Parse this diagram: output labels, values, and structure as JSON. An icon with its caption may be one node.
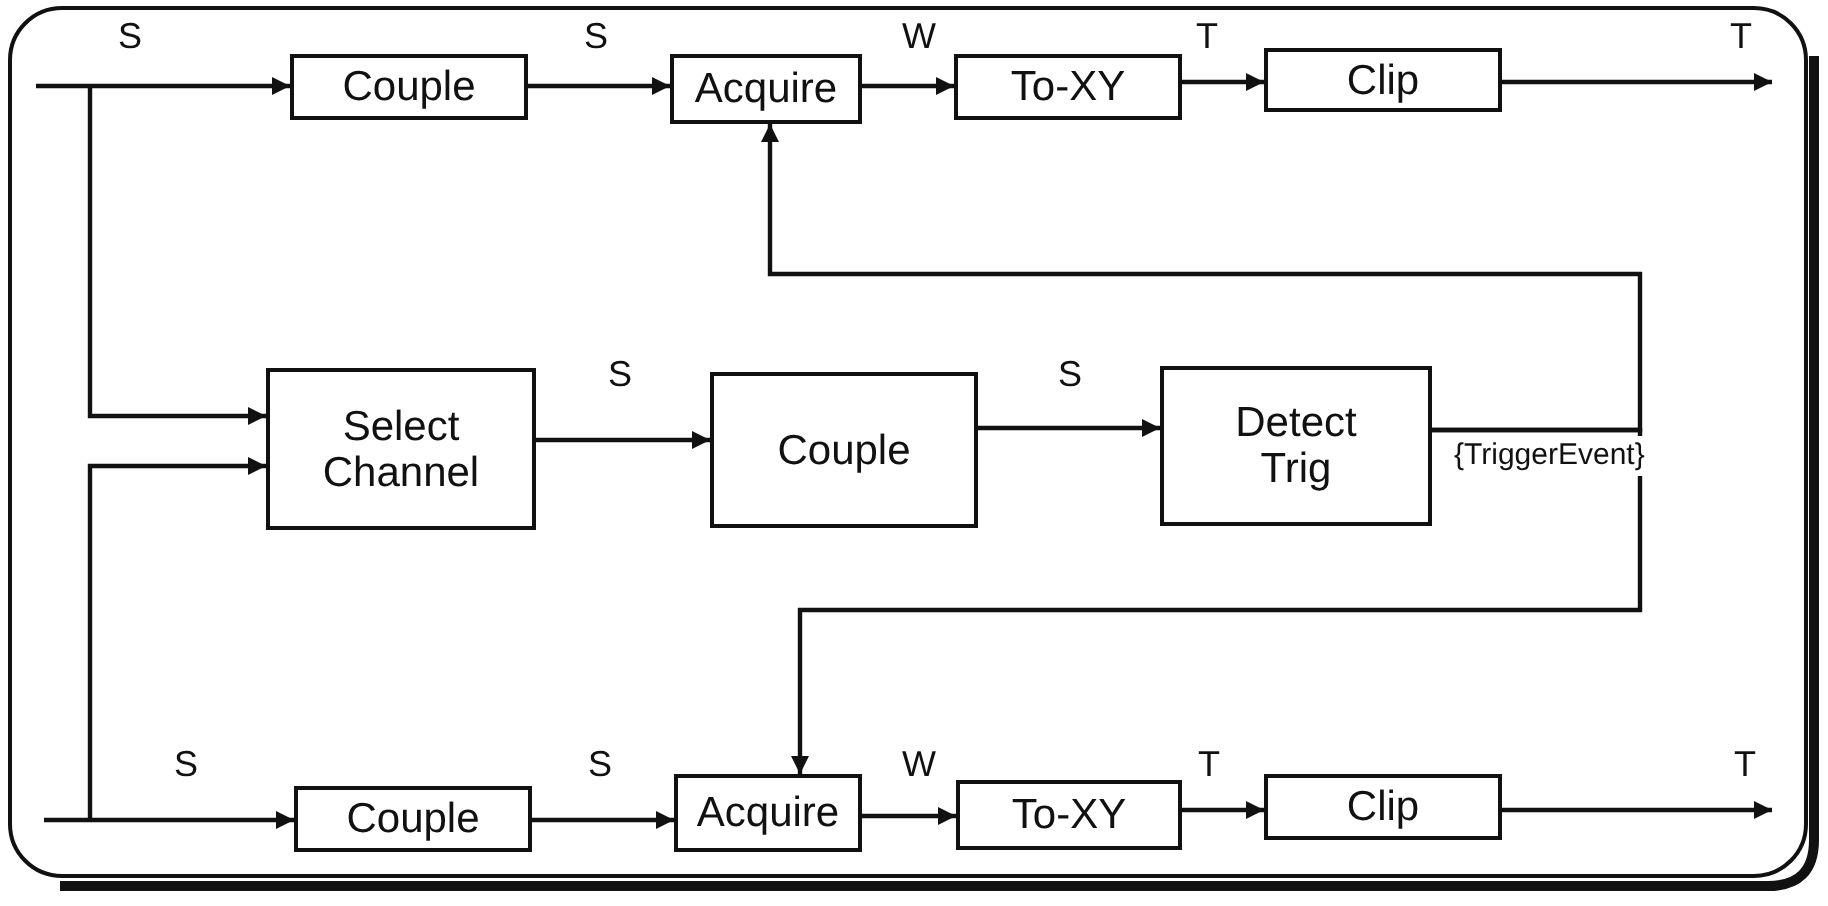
{
  "diagram": {
    "nodes": [
      {
        "text": [
          "Couple"
        ]
      },
      {
        "text": [
          "Acquire"
        ]
      },
      {
        "text": [
          "To-XY"
        ]
      },
      {
        "text": [
          "Clip"
        ]
      },
      {
        "text": [
          "Select Channel"
        ]
      },
      {
        "text": [
          "Couple"
        ]
      },
      {
        "text": [
          "Detect Trig"
        ]
      },
      {
        "text": [
          "Couple"
        ]
      },
      {
        "text": [
          "Acquire"
        ]
      },
      {
        "text": [
          "To-XY"
        ]
      },
      {
        "text": [
          "Clip"
        ]
      }
    ],
    "edges": [
      {
        "from": null,
        "to": 0,
        "arrow": "to",
        "label": "S"
      },
      {
        "from": null,
        "to": 4,
        "arrow": "to"
      },
      {
        "from": null,
        "to": 4,
        "arrow": "to"
      },
      {
        "from": null,
        "to": 7,
        "arrow": "to",
        "label": "S"
      },
      {
        "from": 0,
        "to": 1,
        "arrow": "to",
        "label": "S"
      },
      {
        "from": 1,
        "to": 2,
        "arrow": "to",
        "label": "W"
      },
      {
        "from": 2,
        "to": 3,
        "arrow": "to",
        "label": "T"
      },
      {
        "from": 3,
        "to": null,
        "arrow": "to",
        "label": "T"
      },
      {
        "from": 4,
        "to": 5,
        "arrow": "to",
        "label": "S"
      },
      {
        "from": 5,
        "to": 6,
        "arrow": "to",
        "label": "S"
      },
      {
        "from": 6,
        "to": 1,
        "arrow": "to",
        "label": "{TriggerEvent}"
      },
      {
        "from": 6,
        "to": 8,
        "arrow": "to"
      },
      {
        "from": 7,
        "to": 8,
        "arrow": "to",
        "label": "S"
      },
      {
        "from": 8,
        "to": 9,
        "arrow": "to",
        "label": "W"
      },
      {
        "from": 9,
        "to": 10,
        "arrow": "to",
        "label": "T"
      },
      {
        "from": 10,
        "to": null,
        "arrow": "to",
        "label": "T"
      }
    ]
  }
}
